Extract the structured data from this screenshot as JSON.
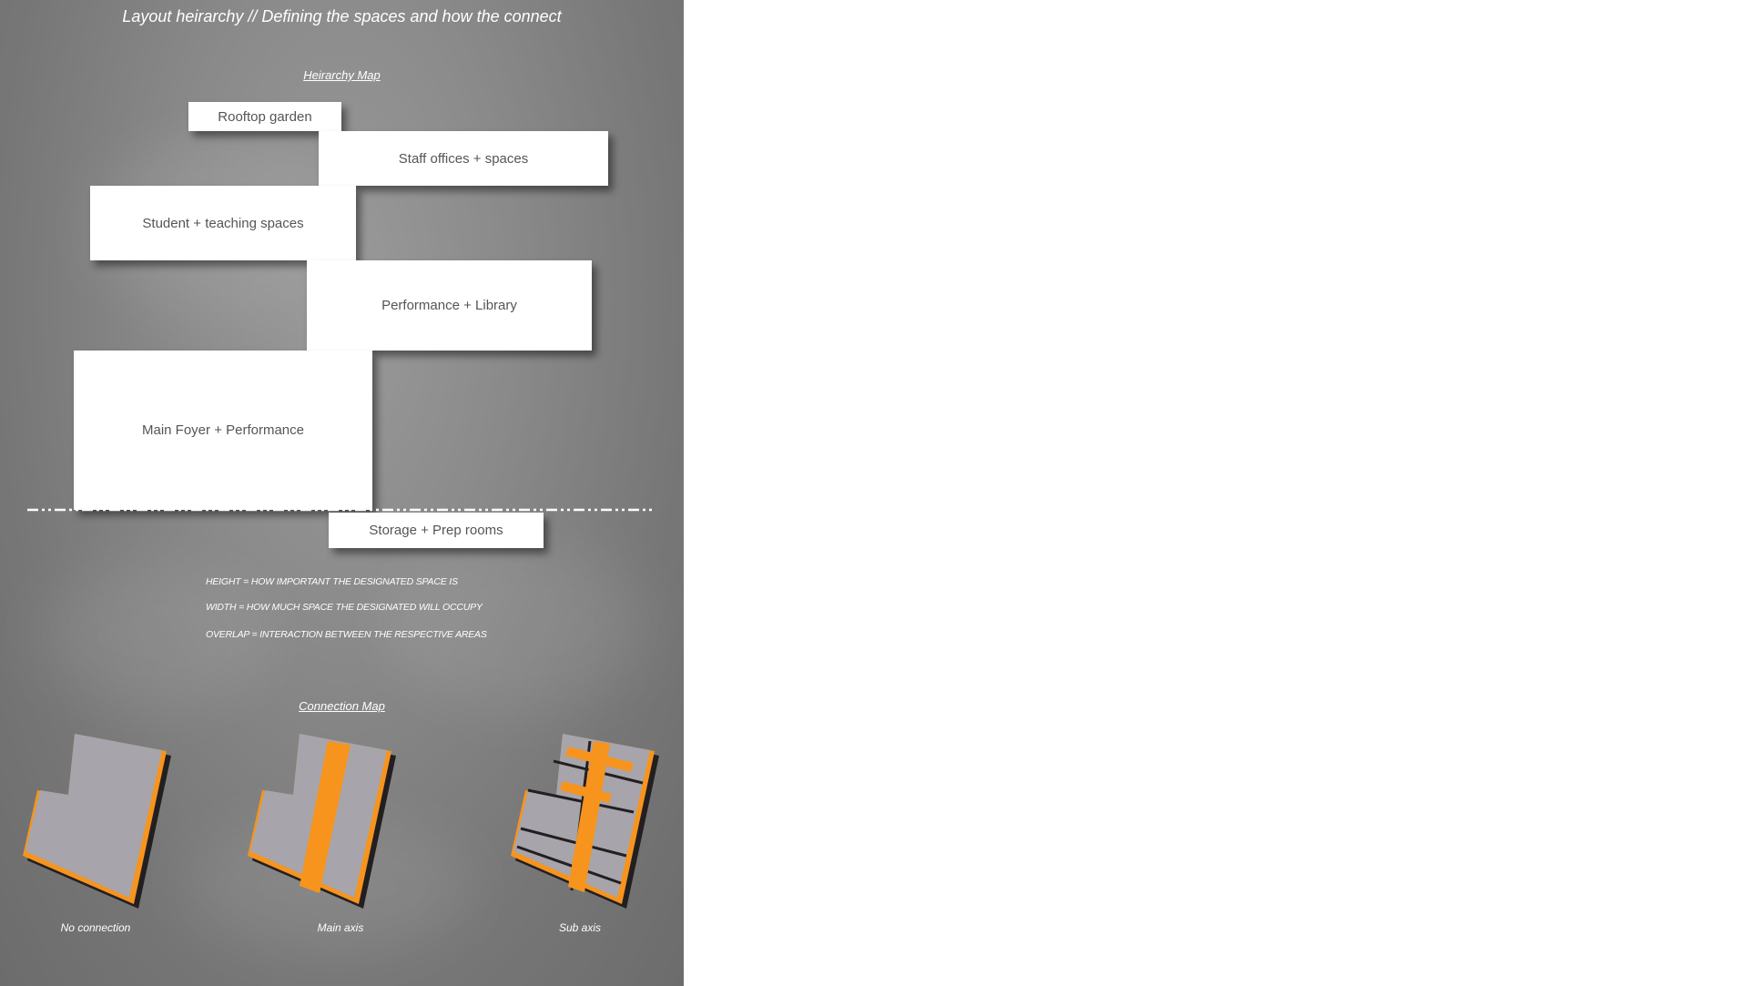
{
  "header": {
    "title": "Layout heirarchy  //  Defining the spaces and how the connect"
  },
  "hierarchy_map": {
    "title": "Heirarchy Map",
    "blocks": [
      {
        "id": "rooftop",
        "label": "Rooftop garden"
      },
      {
        "id": "staff",
        "label": "Staff offices + spaces"
      },
      {
        "id": "student",
        "label": "Student + teaching spaces"
      },
      {
        "id": "performance_library",
        "label": "Performance + Library"
      },
      {
        "id": "foyer",
        "label": "Main Foyer + Performance"
      },
      {
        "id": "storage",
        "label": "Storage + Prep rooms"
      }
    ]
  },
  "legend": {
    "height": "HEIGHT = HOW IMPORTANT THE DESIGNATED SPACE IS",
    "width": "WIDTH = HOW MUCH SPACE THE DESIGNATED WILL OCCUPY",
    "overlap": "OVERLAP = INTERACTION BETWEEN THE RESPECTIVE AREAS"
  },
  "connection_map": {
    "title": "Connection Map",
    "plans": [
      {
        "id": "none",
        "label": "No connection"
      },
      {
        "id": "main",
        "label": "Main axis"
      },
      {
        "id": "sub",
        "label": "Sub axis"
      }
    ]
  },
  "colors": {
    "accent": "#f7941d",
    "plan_fill": "#a7a5ab",
    "plan_shadow": "#231f20",
    "block_fill": "#ffffff",
    "block_text": "#555555"
  }
}
